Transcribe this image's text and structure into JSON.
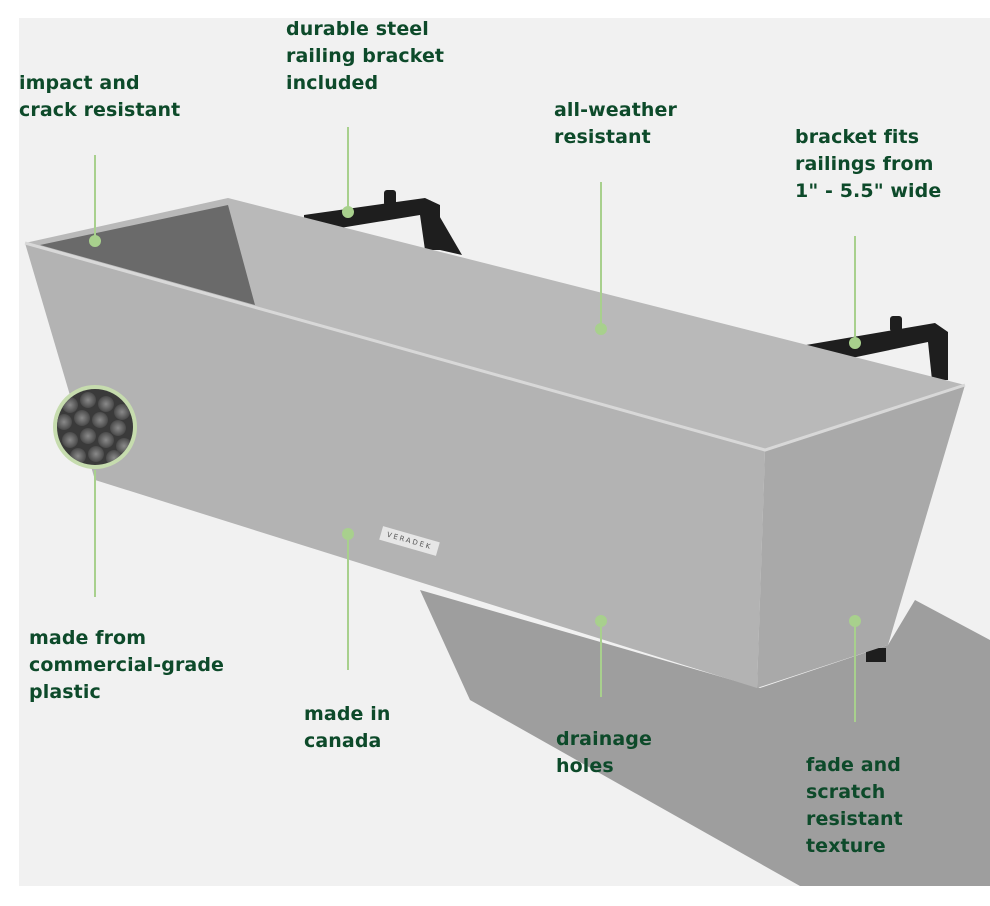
{
  "brand_mark": "VERADEK",
  "colors": {
    "text": "#0d4a2a",
    "callout_line": "#a8d08d",
    "background": "#f1f1f1"
  },
  "callouts": [
    {
      "id": "impact",
      "lines": [
        "impact and",
        "crack resistant"
      ]
    },
    {
      "id": "bracket",
      "lines": [
        "durable steel",
        "railing bracket",
        "included"
      ]
    },
    {
      "id": "weather",
      "lines": [
        "all-weather",
        "resistant"
      ]
    },
    {
      "id": "fits",
      "lines": [
        "bracket fits",
        "railings from",
        "1\" - 5.5\" wide"
      ]
    },
    {
      "id": "plastic",
      "lines": [
        "made from",
        "commercial-grade",
        "plastic"
      ]
    },
    {
      "id": "canada",
      "lines": [
        "made in",
        "canada"
      ]
    },
    {
      "id": "drainage",
      "lines": [
        "drainage",
        "holes"
      ]
    },
    {
      "id": "texture",
      "lines": [
        "fade and",
        "scratch",
        "resistant",
        "texture"
      ]
    }
  ]
}
